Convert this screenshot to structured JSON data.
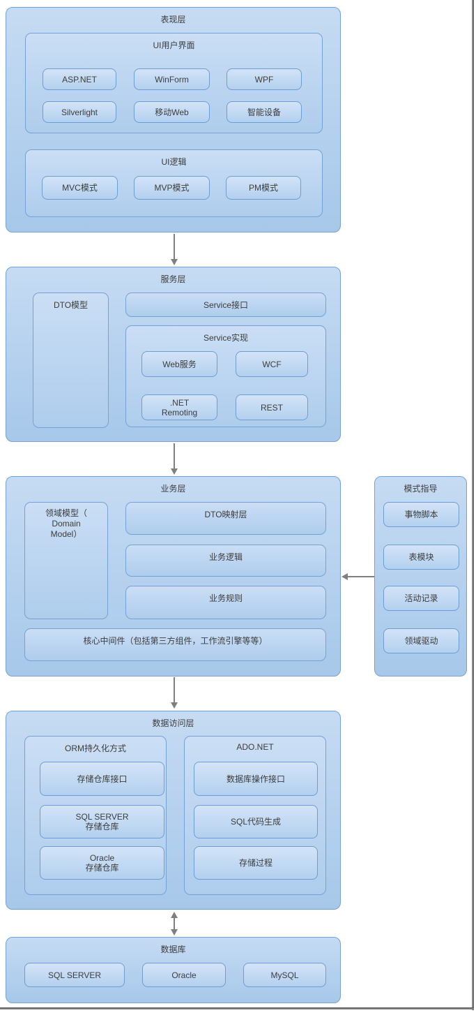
{
  "colors": {
    "box_fill_top": "#c6dbf3",
    "box_fill_bottom": "#a7c8ea",
    "box_border": "#74a2d5",
    "button_border": "#6c9dd3",
    "arrow": "#7f7f7f",
    "text": "#3c3c3c",
    "frame_edge": "#4f4f4f"
  },
  "presentation": {
    "title": "表现层",
    "ui_interface": {
      "title": "UI用户界面",
      "items": [
        "ASP.NET",
        "WinForm",
        "WPF",
        "Silverlight",
        "移动Web",
        "智能设备"
      ]
    },
    "ui_logic": {
      "title": "UI逻辑",
      "items": [
        "MVC模式",
        "MVP模式",
        "PM模式"
      ]
    }
  },
  "service": {
    "title": "服务层",
    "dto_model": "DTO模型",
    "interface": "Service接口",
    "impl": {
      "title": "Service实现",
      "items": [
        "Web服务",
        "WCF",
        ".NET\nRemoting",
        "REST"
      ]
    }
  },
  "business": {
    "title": "业务层",
    "domain_model": "领域模型（\nDomain\nModel）",
    "items": [
      "DTO映射层",
      "业务逻辑",
      "业务规则"
    ],
    "middleware": "核心中间件（包括第三方组件，工作流引擎等等）"
  },
  "patterns": {
    "title": "模式指导",
    "items": [
      "事物脚本",
      "表模块",
      "活动记录",
      "领域驱动"
    ]
  },
  "data_access": {
    "title": "数据访问层",
    "orm": {
      "title": "ORM持久化方式",
      "items": [
        "存储仓库接口",
        "SQL SERVER\n存储仓库",
        "Oracle\n存储仓库"
      ]
    },
    "adonet": {
      "title": "ADO.NET",
      "items": [
        "数据库操作接口",
        "SQL代码生成",
        "存储过程"
      ]
    }
  },
  "database": {
    "title": "数据库",
    "items": [
      "SQL SERVER",
      "Oracle",
      "MySQL"
    ]
  }
}
